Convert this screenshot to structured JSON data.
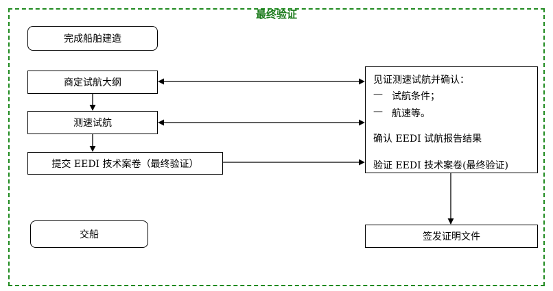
{
  "diagram": {
    "title": "最终验证",
    "nodes": {
      "complete_ship": "完成船舶建造",
      "trial_outline": "商定试航大纲",
      "speed_trial": "测速试航",
      "submit_tech_file": "提交 EEDI 技术案卷（最终验证）",
      "deliver_ship": "交船",
      "sign_certificate": "签发证明文件"
    },
    "verify_box": {
      "heading": "见证测速试航并确认：",
      "items": [
        "试航条件；",
        "航速等。"
      ],
      "bullet": "—",
      "confirm_report": "确认 EEDI 试航报告结果",
      "verify_file": "验证 EEDI 技术案卷(最终验证)"
    },
    "colors": {
      "frame": "#1f8a1f",
      "title": "#1a7a1a",
      "stroke": "#000000"
    }
  }
}
